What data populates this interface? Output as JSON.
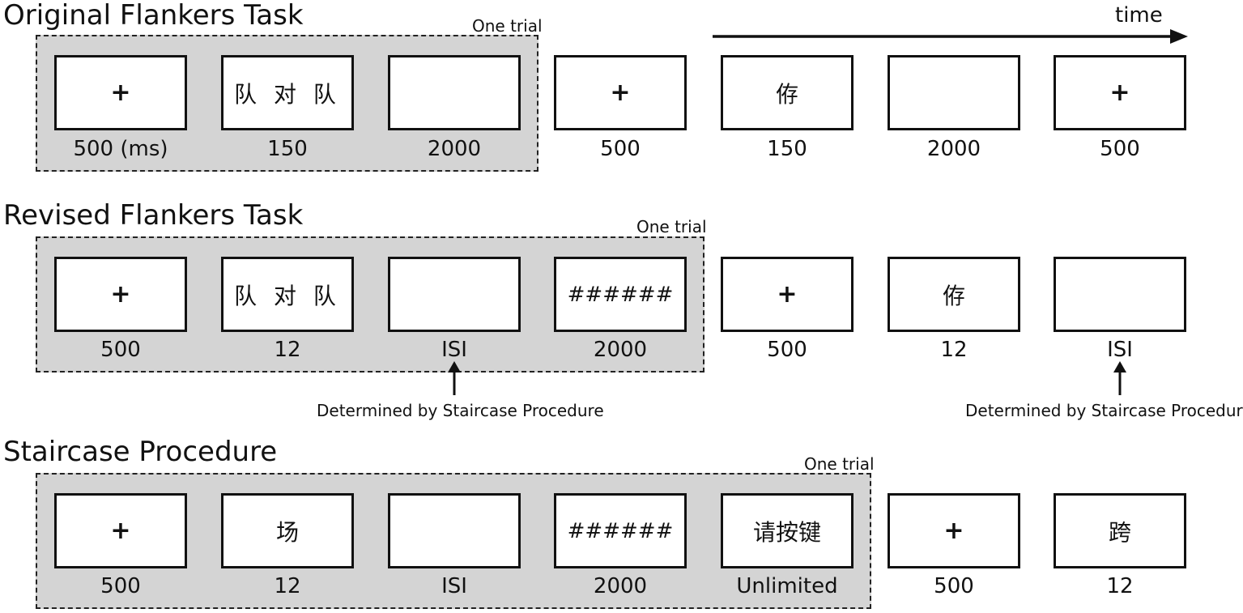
{
  "time_label": "time",
  "one_trial_label": "One trial",
  "annotation": "Determined by Staircase Procedure",
  "sections": [
    {
      "title": "Original Flankers Task",
      "screens": [
        {
          "content": "+",
          "duration": "500 (ms)"
        },
        {
          "content": "队 对 队",
          "duration": "150"
        },
        {
          "content": "",
          "duration": "2000"
        },
        {
          "content": "+",
          "duration": "500"
        },
        {
          "content": "侟",
          "duration": "150"
        },
        {
          "content": "",
          "duration": "2000"
        },
        {
          "content": "+",
          "duration": "500"
        }
      ]
    },
    {
      "title": "Revised Flankers Task",
      "screens": [
        {
          "content": "+",
          "duration": "500"
        },
        {
          "content": "队 对 队",
          "duration": "12"
        },
        {
          "content": "",
          "duration": "ISI"
        },
        {
          "content": "######",
          "duration": "2000"
        },
        {
          "content": "+",
          "duration": "500"
        },
        {
          "content": "侟",
          "duration": "12"
        },
        {
          "content": "",
          "duration": "ISI"
        }
      ]
    },
    {
      "title": "Staircase Procedure",
      "screens": [
        {
          "content": "+",
          "duration": "500"
        },
        {
          "content": "场",
          "duration": "12"
        },
        {
          "content": "",
          "duration": "ISI"
        },
        {
          "content": "######",
          "duration": "2000"
        },
        {
          "content": "请按键",
          "duration": "Unlimited"
        },
        {
          "content": "+",
          "duration": "500"
        },
        {
          "content": "跨",
          "duration": "12"
        }
      ]
    }
  ]
}
